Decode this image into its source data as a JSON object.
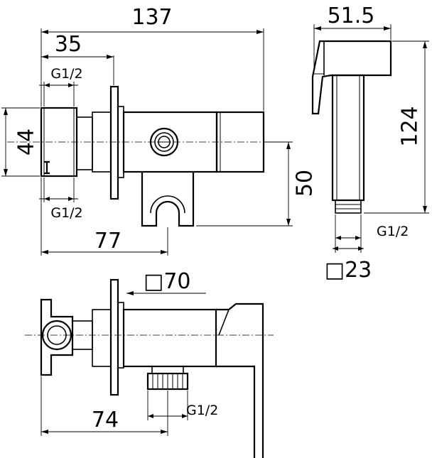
{
  "dimensions": {
    "overall_length": "137",
    "handshower_depth": "51.5",
    "wall_to_valve": "35",
    "thread_top": "G1/2",
    "height_44": "44",
    "thread_bottom": "G1/2",
    "outlet_offset": "77",
    "outlet_drop": "50",
    "handshower_length": "124",
    "handshower_thread": "G1/2",
    "handshower_square": "□23",
    "plate_square": "□70",
    "plan_outlet_offset": "74",
    "plan_thread": "G1/2"
  }
}
